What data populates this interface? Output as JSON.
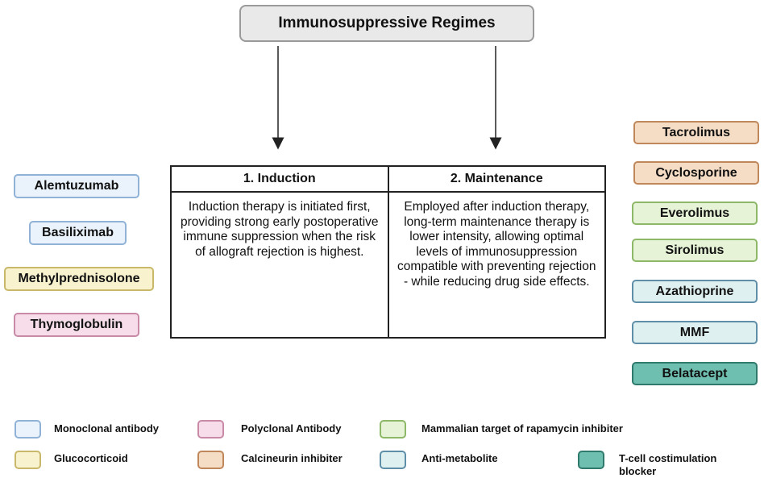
{
  "title": "Immunosuppressive Regimes",
  "columns": [
    {
      "heading": "1.  Induction",
      "text": "Induction therapy is initiated first, providing strong early postoperative immune suppression when the risk of allograft rejection is highest."
    },
    {
      "heading": "2. Maintenance",
      "text": "Employed after induction therapy, long-term maintenance therapy is lower  intensity, allowing optimal levels of immunosuppression compatible with preventing rejection - while reducing drug side effects."
    }
  ],
  "induction_drugs": [
    {
      "label": "Alemtuzumab",
      "category": "Monoclonal antibody"
    },
    {
      "label": "Basiliximab",
      "category": "Monoclonal antibody"
    },
    {
      "label": "Methylprednisolone",
      "category": "Glucocorticoid"
    },
    {
      "label": "Thymoglobulin",
      "category": "Polyclonal Antibody"
    }
  ],
  "maintenance_drugs": [
    {
      "label": "Tacrolimus",
      "category": "Calcineurin inhibiter"
    },
    {
      "label": "Cyclosporine",
      "category": "Calcineurin inhibiter"
    },
    {
      "label": "Everolimus",
      "category": "Mammalian target of rapamycin inhibiter"
    },
    {
      "label": "Sirolimus",
      "category": "Mammalian target of rapamycin inhibiter"
    },
    {
      "label": "Azathioprine",
      "category": "Anti-metabolite"
    },
    {
      "label": "MMF",
      "category": "Anti-metabolite"
    },
    {
      "label": "Belatacept",
      "category": "T-cell costimulation blocker"
    }
  ],
  "legend": [
    {
      "label": "Monoclonal antibody",
      "fill": "#eaf3fb",
      "border": "#8fb2d6"
    },
    {
      "label": "Polyclonal Antibody",
      "fill": "#f6dde9",
      "border": "#c98aa8"
    },
    {
      "label": "Mammalian target of rapamycin inhibiter",
      "fill": "#e6f3d6",
      "border": "#8db868"
    },
    {
      "label": "Glucocorticoid",
      "fill": "#f8f2cf",
      "border": "#c9b86a"
    },
    {
      "label": "Calcineurin inhibiter",
      "fill": "#f5dcc4",
      "border": "#c0875a"
    },
    {
      "label": "Anti-metabolite",
      "fill": "#dff0f0",
      "border": "#5f8fa8"
    },
    {
      "label": "T-cell costimulation blocker",
      "fill": "#6ebfaf",
      "border": "#2f7a6d"
    }
  ]
}
